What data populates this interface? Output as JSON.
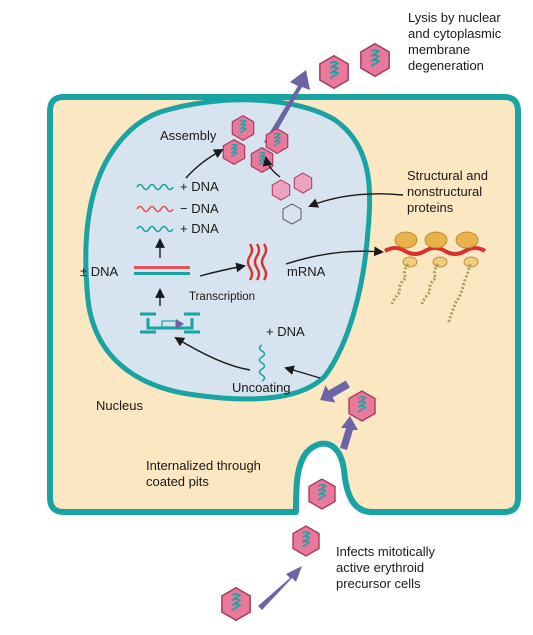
{
  "labels": {
    "lysis": [
      "Lysis by nuclear",
      "and cytoplasmic",
      "membrane",
      "degeneration"
    ],
    "assembly": "Assembly",
    "structural": [
      "Structural and",
      "nonstructural",
      "proteins"
    ],
    "plus_dna_1": "+ DNA",
    "minus_dna": "− DNA",
    "plus_dna_2": "+ DNA",
    "pm_dna": "± DNA",
    "mrna": "mRNA",
    "transcription": "Transcription",
    "plus_dna_3": "+ DNA",
    "uncoating": "Uncoating",
    "nucleus": "Nucleus",
    "internalized": [
      "Internalized through",
      "coated pits"
    ],
    "infects": [
      "Infects mitotically",
      "active erythroid",
      "precursor cells"
    ]
  },
  "colors": {
    "cytoplasm": "#fbe7c2",
    "membrane": "#1aa3a3",
    "nucleus": "#d7e3ee",
    "virion": "#e8799b",
    "virion_edge": "#a8385c",
    "arrow_purple": "#6b64a6",
    "plus_strand": "#1aa3a3",
    "minus_strand": "#e2525e",
    "mrna": "#d9312b",
    "ribosome": "#e9b24a"
  }
}
